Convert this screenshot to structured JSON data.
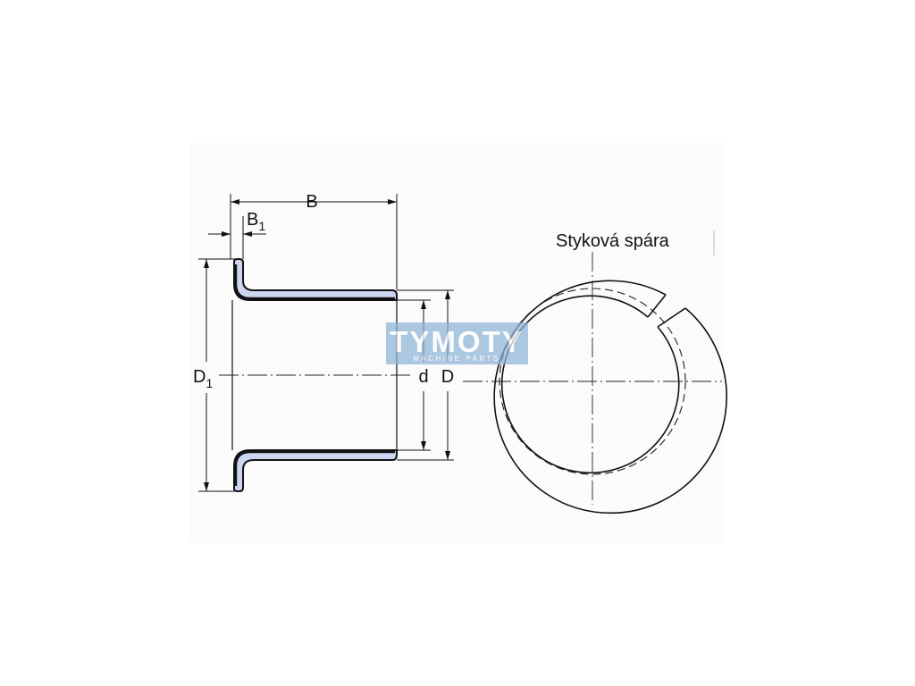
{
  "labels": {
    "B": "B",
    "B1_main": "B",
    "B1_sub": "1",
    "D1_main": "D",
    "D1_sub": "1",
    "d": "d",
    "D": "D",
    "joint": "Styková spára"
  },
  "watermark": {
    "title": "TYMOTY",
    "subtitle": "MACHINE PARTS",
    "color": "#8fb4d6"
  },
  "colors": {
    "line": "#111111",
    "bushing_fill": "#ccd6f0",
    "background": "#ffffff"
  }
}
